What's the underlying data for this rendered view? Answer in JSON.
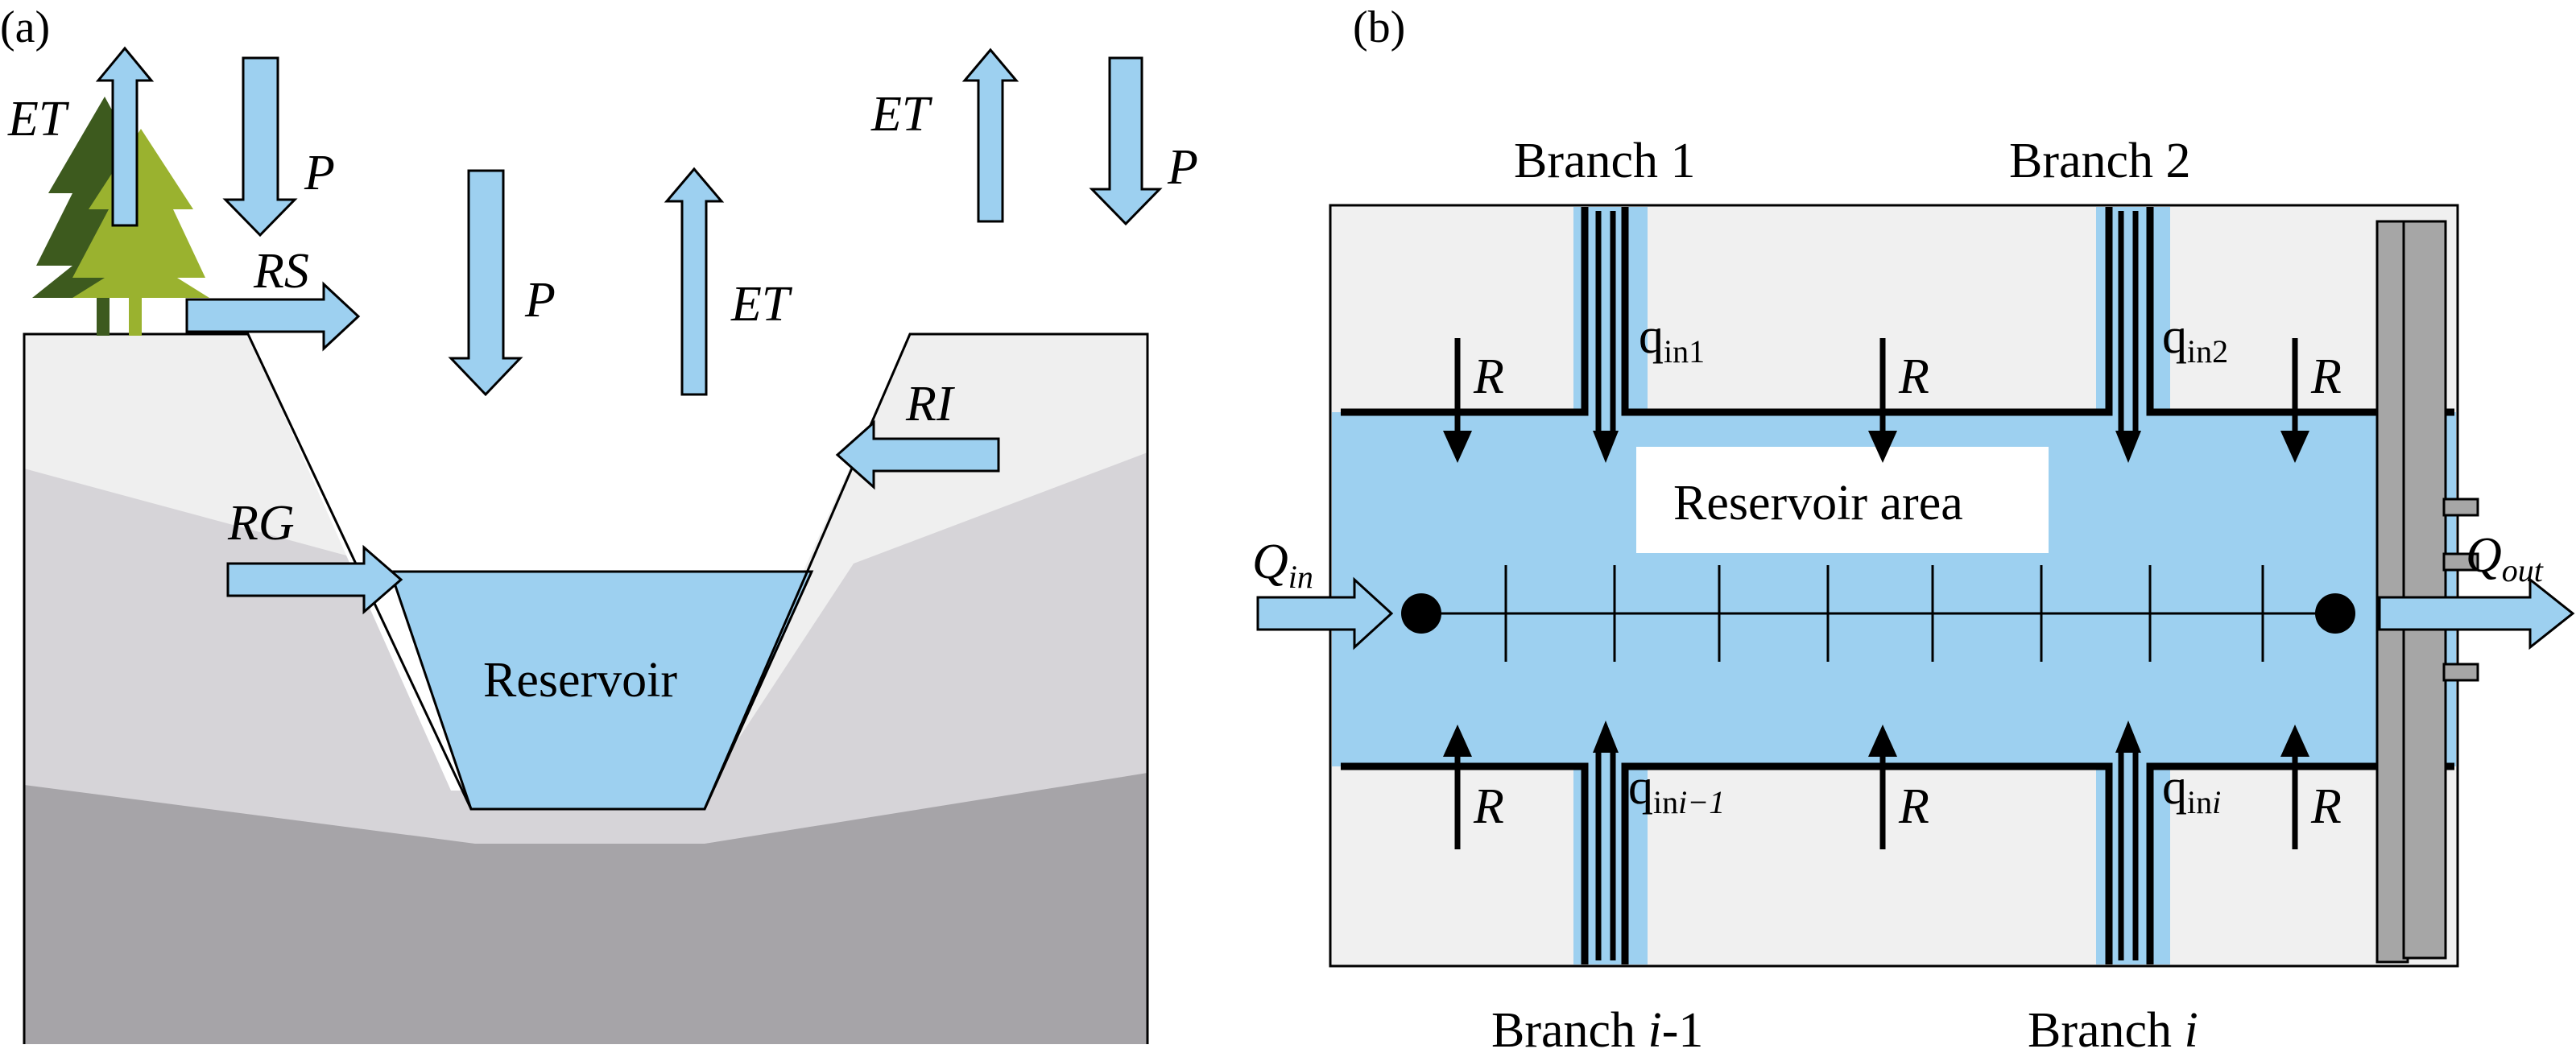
{
  "panel_a": {
    "label": "(a)",
    "flux_labels": {
      "et_left": "ET",
      "p_left": "P",
      "rs": "RS",
      "p_center": "P",
      "et_center": "ET",
      "et_right": "ET",
      "p_right": "P",
      "ri": "RI",
      "rg": "RG"
    },
    "reservoir_label": "Reservoir"
  },
  "panel_b": {
    "label": "(b)",
    "branch_labels": {
      "b1": "Branch 1",
      "b2": "Branch 2",
      "bi1_prefix": "Branch ",
      "bi1_var": "i",
      "bi1_suffix": "-1",
      "bi_prefix": "Branch ",
      "bi_var": "i"
    },
    "inflow_labels": {
      "q_base": "q",
      "in": "in",
      "q1_sub": "1",
      "q2_sub": "2",
      "qi1_sub": "i−1",
      "qi_sub": "i"
    },
    "r_label": "R",
    "reservoir_area_label": "Reservoir area",
    "q_in_base": "Q",
    "q_in_sub": "in",
    "q_out_base": "Q",
    "q_out_sub": "out"
  },
  "colors": {
    "water": "#9dd0f0",
    "arrow_fill": "#9dd0f0",
    "ground_light": "#efefef",
    "ground_mid": "#d6d4d8",
    "ground_dark": "#a6a4a8",
    "tree_dark": "#3d5a1e",
    "tree_light": "#9ab22f",
    "dam": "#a6a6a6",
    "panel_bg": "#f0f0f0"
  }
}
